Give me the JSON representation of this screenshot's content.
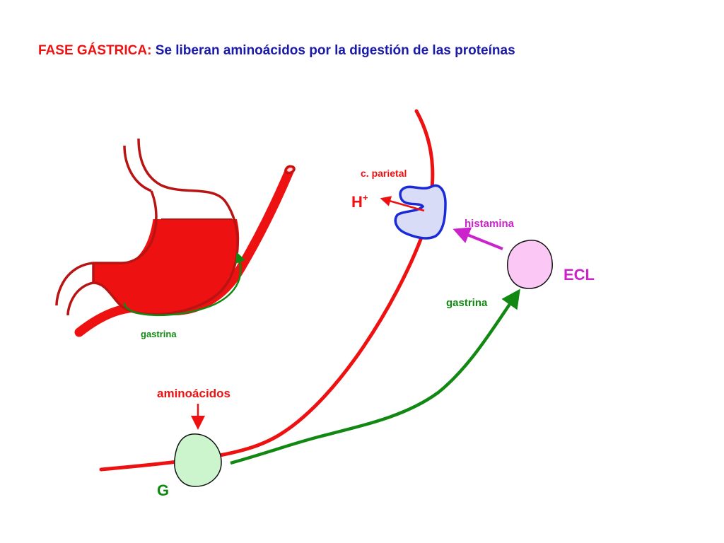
{
  "title": {
    "prefix": "FASE GÁSTRICA",
    "colon": ":",
    "rest": " Se liberan aminoácidos por la digestión de las proteínas"
  },
  "labels": {
    "parietal_cell": "c. parietal",
    "proton": "H",
    "proton_charge": "+",
    "histamine": "histamina",
    "ecl_cell": "ECL",
    "gastrin_main": "gastrina",
    "gastrin_stomach": "gastrina",
    "amino_acids": "aminoácidos",
    "g_cell": "G"
  },
  "colors": {
    "red": "#ee1111",
    "dark_red": "#b81414",
    "blue": "#1a2ad6",
    "title_blue": "#1a1aaa",
    "green": "#118811",
    "purple": "#cc22cc",
    "parietal_fill": "#d8dcf6",
    "ecl_fill": "#fbc8f6",
    "g_fill": "#cdf5cd"
  }
}
